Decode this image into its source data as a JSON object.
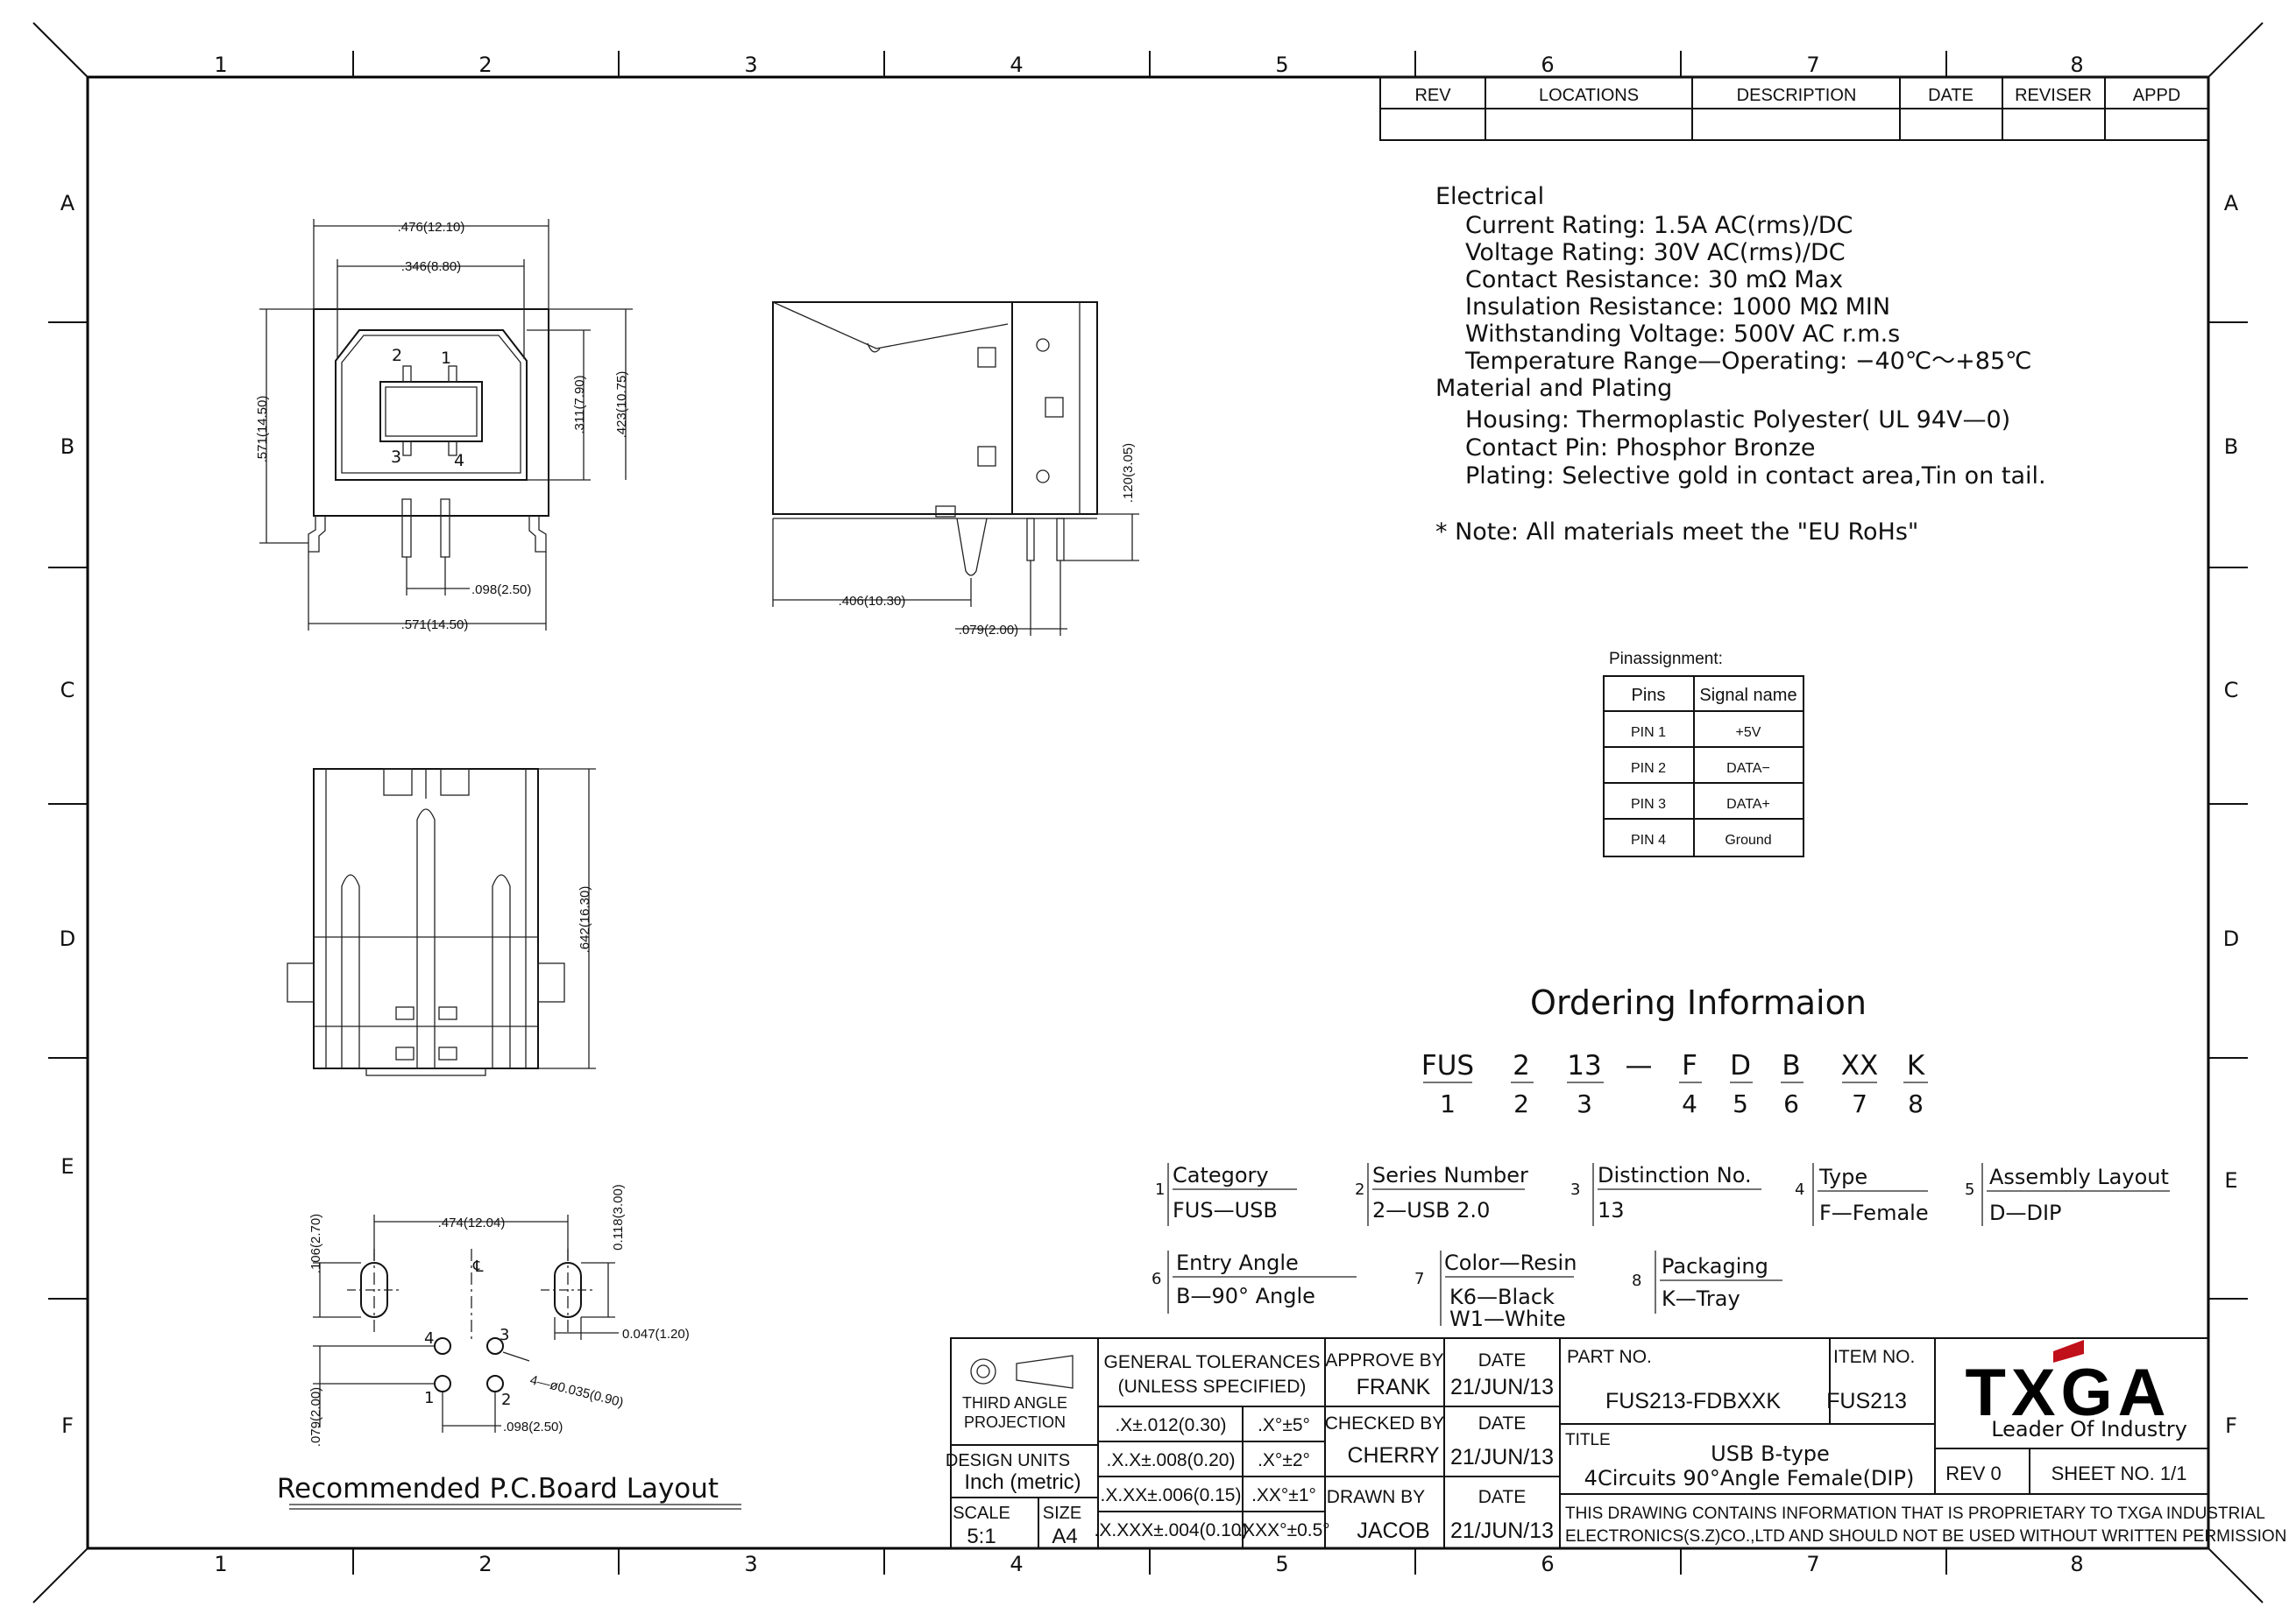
{
  "border": {
    "columns": [
      "1",
      "2",
      "3",
      "4",
      "5",
      "6",
      "7",
      "8"
    ],
    "rows": [
      "A",
      "B",
      "C",
      "D",
      "E",
      "F"
    ]
  },
  "revision_table": {
    "headers": [
      "REV",
      "LOCATIONS",
      "DESCRIPTION",
      "DATE",
      "REVISER",
      "APPD"
    ]
  },
  "specs": {
    "electrical_title": "Electrical",
    "electrical": [
      "Current Rating: 1.5A AC(rms)/DC",
      "Voltage Rating: 30V AC(rms)/DC",
      "Contact Resistance: 30 mΩ Max",
      "Insulation Resistance: 1000 MΩ MIN",
      "Withstanding Voltage: 500V AC r.m.s",
      "Temperature Range—Operating: −40℃〜+85℃"
    ],
    "material_title": "Material and Plating",
    "material": [
      "Housing: Thermoplastic Polyester( UL 94V—0)",
      "Contact Pin: Phosphor Bronze",
      "Plating: Selective gold in contact area,Tin on tail."
    ],
    "note": "* Note:  All materials meet the \"EU RoHs\""
  },
  "pin_assignment": {
    "title": "Pinassignment:",
    "headers": [
      "Pins",
      "Signal name"
    ],
    "rows": [
      [
        "PIN 1",
        "+5V"
      ],
      [
        "PIN 2",
        "DATA−"
      ],
      [
        "PIN 3",
        "DATA+"
      ],
      [
        "PIN 4",
        "Ground"
      ]
    ]
  },
  "ordering": {
    "title": "Ordering Informaion",
    "codes": [
      "FUS",
      "2",
      "13",
      "—",
      "F",
      "D",
      "B",
      "XX",
      "K"
    ],
    "indices": [
      "1",
      "2",
      "3",
      "4",
      "5",
      "6",
      "7",
      "8"
    ],
    "fields": [
      {
        "num": "1",
        "label": "Category",
        "value": "FUS—USB"
      },
      {
        "num": "2",
        "label": "Series Number",
        "value": "2—USB 2.0"
      },
      {
        "num": "3",
        "label": "Distinction No.",
        "value": "13"
      },
      {
        "num": "4",
        "label": "Type",
        "value": "F—Female"
      },
      {
        "num": "5",
        "label": "Assembly Layout",
        "value": "D—DIP"
      },
      {
        "num": "6",
        "label": "Entry Angle",
        "value": "B—90° Angle"
      },
      {
        "num": "7",
        "label": "Color—Resin",
        "value": "K6—Black",
        "value2": "W1—White"
      },
      {
        "num": "8",
        "label": "Packaging",
        "value": "K—Tray"
      }
    ]
  },
  "dimensions": {
    "top_width_outer": ".476(12.10)",
    "top_width_inner": ".346(8.80)",
    "left_height": ".571(14.50)",
    "right_inner_height": ".311(7.90)",
    "right_outer_height": ".423(10.75)",
    "pin_pitch": ".098(2.50)",
    "bottom_width": ".571(14.50)",
    "pin_labels": [
      "2",
      "1",
      "3",
      "4"
    ],
    "side_depth": ".406(10.30)",
    "side_pin": ".079(2.00)",
    "side_height": ".120(3.05)",
    "front_height": ".642(16.30)",
    "pcb_width": ".474(12.04)",
    "pcb_left_v": ".106(2.70)",
    "pcb_right_v": "0.118(3.00)",
    "pcb_slot_w": "0.047(1.20)",
    "pcb_hole": "4—ø0.035(0.90)",
    "pcb_pitch": ".098(2.50)",
    "pcb_row": ".079(2.00)",
    "pcb_center": "℄",
    "pcb_pins": [
      "4",
      "3",
      "1",
      "2"
    ],
    "pcb_title": "Recommended P.C.Board Layout"
  },
  "title_block": {
    "projection": [
      "THIRD ANGLE",
      "PROJECTION"
    ],
    "design_units_label": "DESIGN UNITS",
    "design_units_value": "Inch (metric)",
    "scale_label": "SCALE",
    "scale_value": "5:1",
    "size_label": "SIZE",
    "size_value": "A4",
    "tolerance_title": [
      "GENERAL TOLERANCES",
      "(UNLESS SPECIFIED)"
    ],
    "tolerances": [
      [
        ".X±.012(0.30)",
        ".X°±5°"
      ],
      [
        ".X.X±.008(0.20)",
        ".X°±2°"
      ],
      [
        ".X.XX±.006(0.15)",
        ".XX°±1°"
      ],
      [
        ".X.XXX±.004(0.10)",
        ".XXX°±0.5°"
      ]
    ],
    "approve_label": "APPROVE BY",
    "approve_name": "FRANK",
    "checked_label": "CHECKED BY",
    "checked_name": "CHERRY",
    "drawn_label": "DRAWN BY",
    "drawn_name": "JACOB",
    "date_label": "DATE",
    "date_value": "21/JUN/13",
    "part_no_label": "PART NO.",
    "part_no": "FUS213-FDBXXK",
    "item_no_label": "ITEM NO.",
    "item_no": "FUS213",
    "title_label": "TITLE",
    "title_lines": [
      "USB B-type",
      "4Circuits 90°Angle Female(DIP)"
    ],
    "rev": "REV 0",
    "sheet": "SHEET NO. 1/1",
    "logo": "TXGA",
    "slogan": "Leader Of Industry",
    "notice": [
      "THIS DRAWING CONTAINS INFORMATION THAT IS PROPRIETARY TO TXGA INDUSTRIAL",
      "ELECTRONICS(S.Z)CO.,LTD AND SHOULD NOT BE USED WITHOUT WRITTEN PERMISSION"
    ]
  }
}
